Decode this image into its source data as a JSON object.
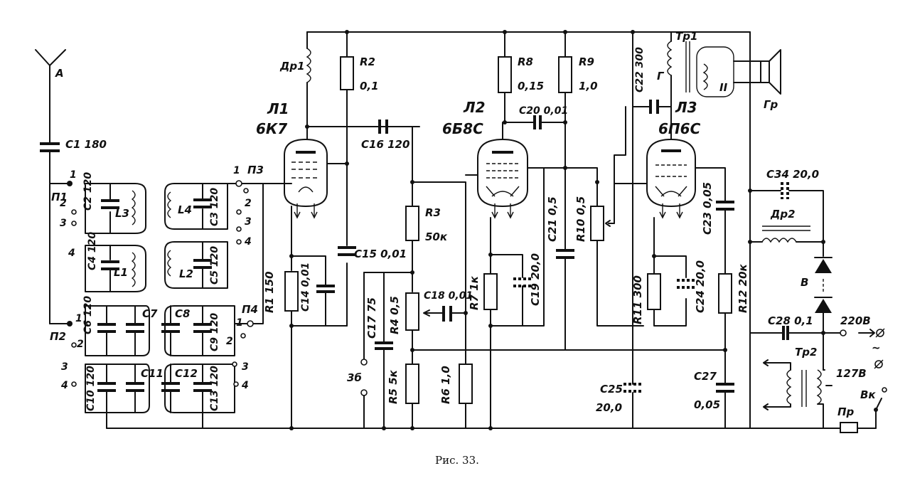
{
  "caption": "Рис. 33.",
  "antenna": "A",
  "tubes": [
    {
      "ref": "Л1",
      "type": "6К7"
    },
    {
      "ref": "Л2",
      "type": "6Б8С"
    },
    {
      "ref": "Л3",
      "type": "6П6С"
    }
  ],
  "labels": {
    "c1": "C1 180",
    "p1": "П1",
    "p2": "П2",
    "p3": "П3",
    "p4": "П4",
    "c2": "C2 120",
    "l3": "L3",
    "c3": "C3 120",
    "l4": "L4",
    "c4": "C4 120",
    "l1": "L1",
    "l2": "L2",
    "c5": "C5 120",
    "c6": "C6 120",
    "c7": "C7",
    "c8": "C8",
    "c9": "C9 120",
    "c10": "C10 120",
    "c11": "C11",
    "c12": "C12",
    "c13": "C13 120",
    "dr1": "Др1",
    "r2": "R2",
    "r2v": "0,1",
    "r1": "R1 150",
    "c14": "C14 0,01",
    "c15": "C15 0,01",
    "c16": "C16 120",
    "r3": "R3",
    "r3v": "50к",
    "c17": "C17 75",
    "r4": "R4 0,5",
    "c18": "C18 0,01",
    "r5": "R5 5к",
    "r6": "R6 1,0",
    "r7": "R7 1к",
    "c19": "C19 20,0",
    "r8": "R8",
    "r8v": "0,15",
    "r9": "R9",
    "r9v": "1,0",
    "c20": "C20 0,01",
    "c21": "C21 0,5",
    "r10": "R10 0,5",
    "c22": "C22 300",
    "tr1": "Тр1",
    "g": "Г",
    "ii": "II",
    "gr": "Гр",
    "c23": "C23 0,05",
    "r11": "R11 300",
    "c24": "C24 20,0",
    "r12": "R12 20к",
    "c25": "C25",
    "c25v": "20,0",
    "c27": "C27",
    "c27v": "0,05",
    "c34": "C34 20,0",
    "dr2": "Др2",
    "v": "В",
    "c28": "C28 0,1",
    "v220": "220В",
    "v127": "127В",
    "tr2": "Тр2",
    "pr": "Пр",
    "vk": "Вк",
    "tilde": "~",
    "zb": "3б"
  },
  "switch_pins": {
    "one": "1",
    "two": "2",
    "three": "3",
    "four": "4"
  }
}
